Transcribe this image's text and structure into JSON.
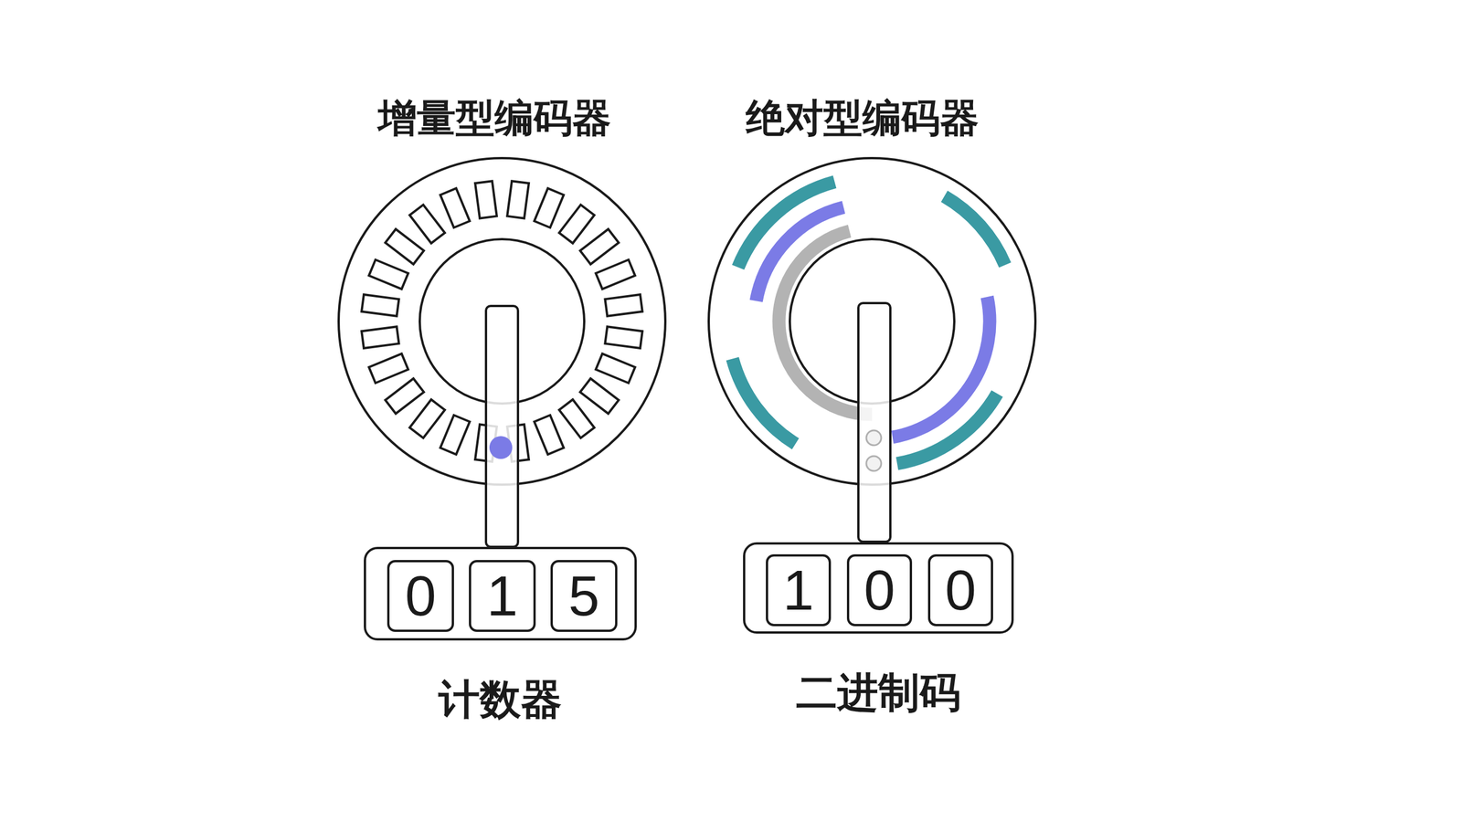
{
  "diagram": {
    "nodes": [
      {
        "text": [
          "计数器"
        ]
      },
      {
        "text": [
          "0"
        ],
        "in": 0
      },
      {
        "text": [
          "1"
        ],
        "in": 0
      },
      {
        "text": [
          "5"
        ],
        "in": 0
      },
      {
        "text": [
          "二进制码"
        ]
      },
      {
        "text": [
          "1"
        ],
        "in": 4
      },
      {
        "text": [
          "0"
        ],
        "in": 4
      },
      {
        "text": [
          "0"
        ],
        "in": 4
      }
    ],
    "labels": [
      "增量型编码器",
      "绝对型编码器"
    ]
  }
}
